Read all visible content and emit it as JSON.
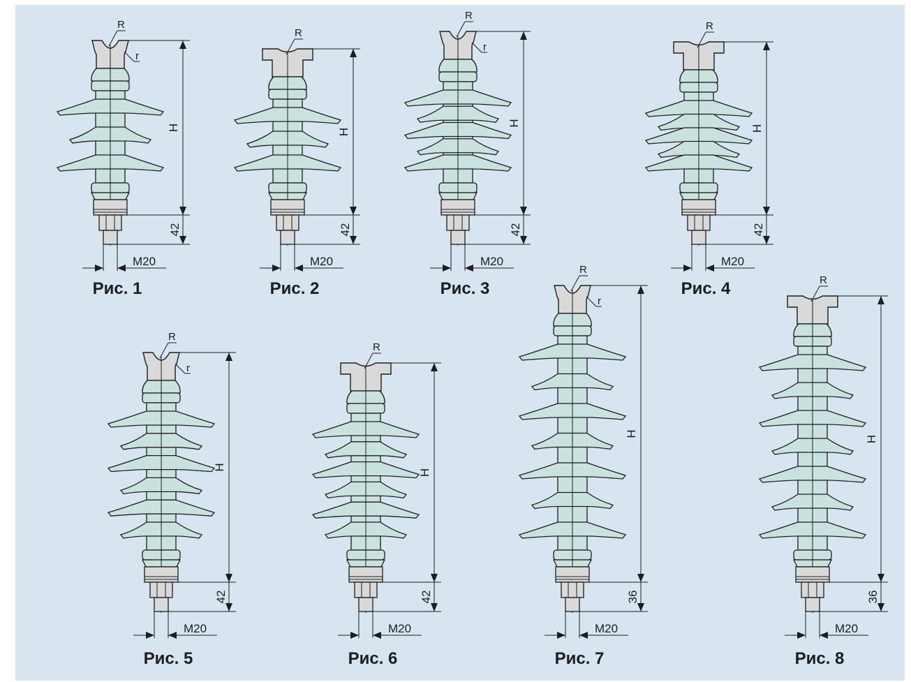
{
  "figures": [
    {
      "caption": "Рис. 1",
      "cap": "clevis",
      "sheds": [
        "L",
        "S",
        "L"
      ],
      "bottom": "42",
      "thread": "M20",
      "height_label": "H",
      "radius_labels": [
        "R",
        "r"
      ]
    },
    {
      "caption": "Рис. 2",
      "cap": "flat",
      "sheds": [
        "L",
        "S",
        "L"
      ],
      "bottom": "42",
      "thread": "M20",
      "height_label": "H",
      "radius_labels": [
        "R"
      ]
    },
    {
      "caption": "Рис. 3",
      "cap": "clevis",
      "sheds": [
        "L",
        "S",
        "L",
        "S",
        "L"
      ],
      "bottom": "42",
      "thread": "M20",
      "height_label": "H",
      "radius_labels": [
        "R",
        "r"
      ]
    },
    {
      "caption": "Рис. 4",
      "cap": "flat",
      "sheds": [
        "L",
        "S",
        "L",
        "S",
        "L"
      ],
      "bottom": "42",
      "thread": "M20",
      "height_label": "H",
      "radius_labels": [
        "R"
      ]
    },
    {
      "caption": "Рис. 5",
      "cap": "clevis",
      "sheds": [
        "L",
        "S",
        "L",
        "S",
        "L",
        "S"
      ],
      "bottom": "42",
      "thread": "M20",
      "height_label": "H",
      "radius_labels": [
        "R",
        "r"
      ]
    },
    {
      "caption": "Рис. 6",
      "cap": "flat",
      "sheds": [
        "L",
        "S",
        "L",
        "S",
        "L",
        "S"
      ],
      "bottom": "42",
      "thread": "M20",
      "height_label": "H",
      "radius_labels": [
        "R"
      ]
    },
    {
      "caption": "Рис. 7",
      "cap": "clevis",
      "sheds": [
        "L",
        "S",
        "L",
        "S",
        "L",
        "S",
        "L"
      ],
      "bottom": "36",
      "thread": "M20",
      "height_label": "H",
      "radius_labels": [
        "R",
        "r"
      ]
    },
    {
      "caption": "Рис. 8",
      "cap": "flat",
      "sheds": [
        "L",
        "S",
        "L",
        "S",
        "L",
        "S",
        "L"
      ],
      "bottom": "36",
      "thread": "M20",
      "height_label": "H",
      "radius_labels": [
        "R"
      ]
    }
  ],
  "colors": {
    "background": "#d7e5f1",
    "insulator": "#c9e2de",
    "metal": "#d9d9d9",
    "line": "#1d1d1d"
  }
}
